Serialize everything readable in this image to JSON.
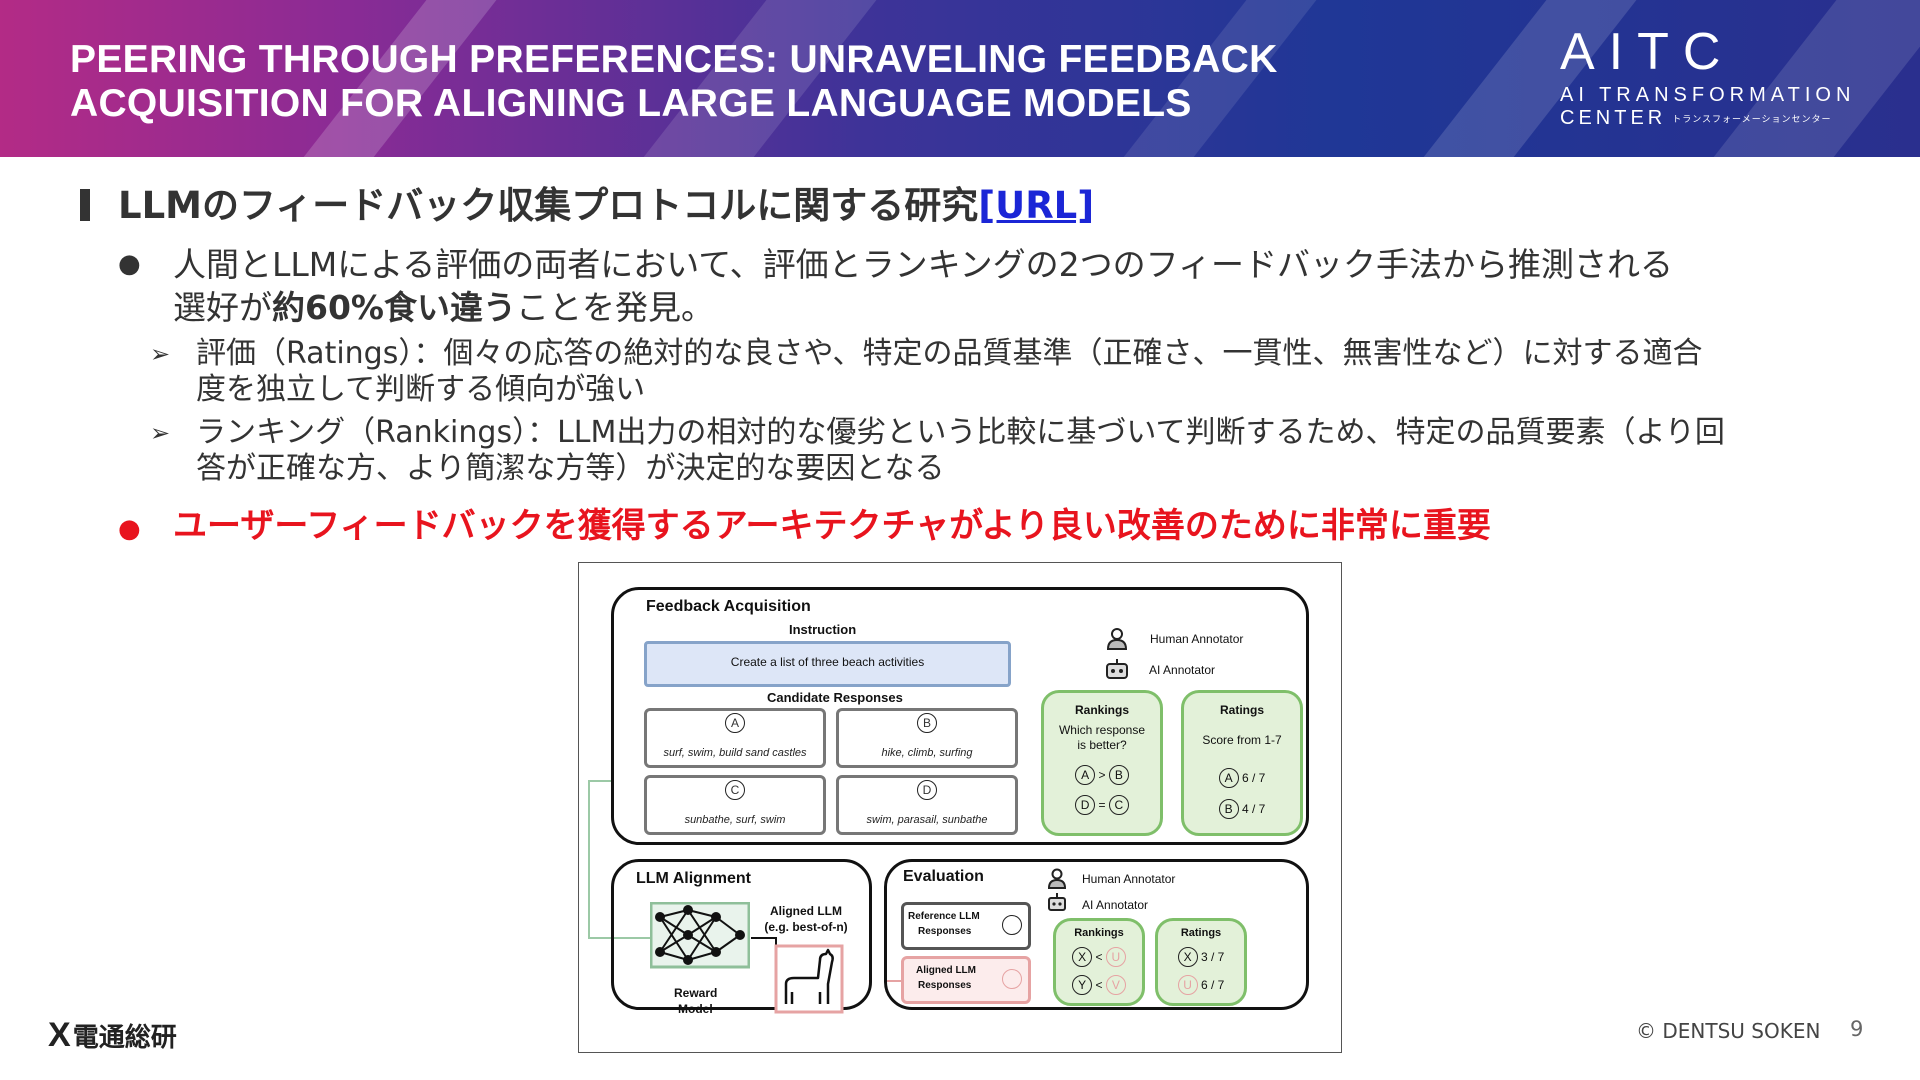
{
  "header": {
    "title_line1": "PEERING THROUGH PREFERENCES: UNRAVELING FEEDBACK",
    "title_line2": "ACQUISITION FOR ALIGNING LARGE LANGUAGE MODELS",
    "logo_main": "AITC",
    "logo_sub": "AI TRANSFORMATION",
    "logo_sub2": "CENTER",
    "logo_kana": "トランスフォーメーションセンター"
  },
  "section": {
    "heading": "LLMのフィードバック収集プロトコルに関する研究",
    "heading_link": "[URL]"
  },
  "bullets": {
    "b1_text_a": "人間とLLMによる評価の両者において、評価とランキングの2つのフィードバック手法から推測される",
    "b1_text_b": "選好が",
    "b1_bold": "約60%食い違う",
    "b1_text_c": "ことを発見。",
    "sub1_line1": "評価（Ratings）：個々の応答の絶対的な良さや、特定の品質基準（正確さ、一貫性、無害性など）に対する適合",
    "sub1_line2": "度を独立して判断する傾向が強い",
    "sub2_line1": "ランキング（Rankings）：LLM出力の相対的な優劣という比較に基づいて判断するため、特定の品質要素（より回",
    "sub2_line2": "答が正確な方、より簡潔な方等）が決定的な要因となる",
    "red_text": "ユーザーフィードバックを獲得するアーキテクチャがより良い改善のために非常に重要"
  },
  "figure": {
    "fa_title": "Feedback Acquisition",
    "instruction_label": "Instruction",
    "instruction_text": "Create a list of three beach activities",
    "candidate_label": "Candidate Responses",
    "cands": [
      {
        "letter": "A",
        "text": "surf, swim, build sand castles"
      },
      {
        "letter": "B",
        "text": "hike, climb, surfing"
      },
      {
        "letter": "C",
        "text": "sunbathe, surf, swim"
      },
      {
        "letter": "D",
        "text": "swim, parasail, sunbathe"
      }
    ],
    "human_annotator": "Human Annotator",
    "ai_annotator": "AI Annotator",
    "rankings_title": "Rankings",
    "rankings_q1": "Which response",
    "rankings_q2": "is better?",
    "rank_row1": [
      "A",
      ">",
      "B"
    ],
    "rank_row2": [
      "D",
      "=",
      "C"
    ],
    "ratings_title": "Ratings",
    "ratings_sub": "Score from 1-7",
    "rate_row1": [
      "A",
      "6 / 7"
    ],
    "rate_row2": [
      "B",
      "4 / 7"
    ],
    "align_title": "LLM Alignment",
    "aligned_llm_1": "Aligned LLM",
    "aligned_llm_2": "(e.g. best-of-n)",
    "reward_1": "Reward",
    "reward_2": "Model",
    "eval_title": "Evaluation",
    "eval_human": "Human Annotator",
    "eval_ai": "AI Annotator",
    "ref_1": "Reference LLM",
    "ref_2": "Responses",
    "al_1": "Aligned LLM",
    "al_2": "Responses",
    "e_rank_title": "Rankings",
    "e_rank_row1": [
      "X",
      "<",
      "U"
    ],
    "e_rank_row2": [
      "Y",
      "<",
      "V"
    ],
    "e_rate_title": "Ratings",
    "e_rate_row1": [
      "X",
      "3 / 7"
    ],
    "e_rate_row2": [
      "U",
      "6 / 7"
    ]
  },
  "footer": {
    "logo_x": "X",
    "logo_text": "電通総研",
    "copyright": "© DENTSU SOKEN",
    "page": "9"
  }
}
